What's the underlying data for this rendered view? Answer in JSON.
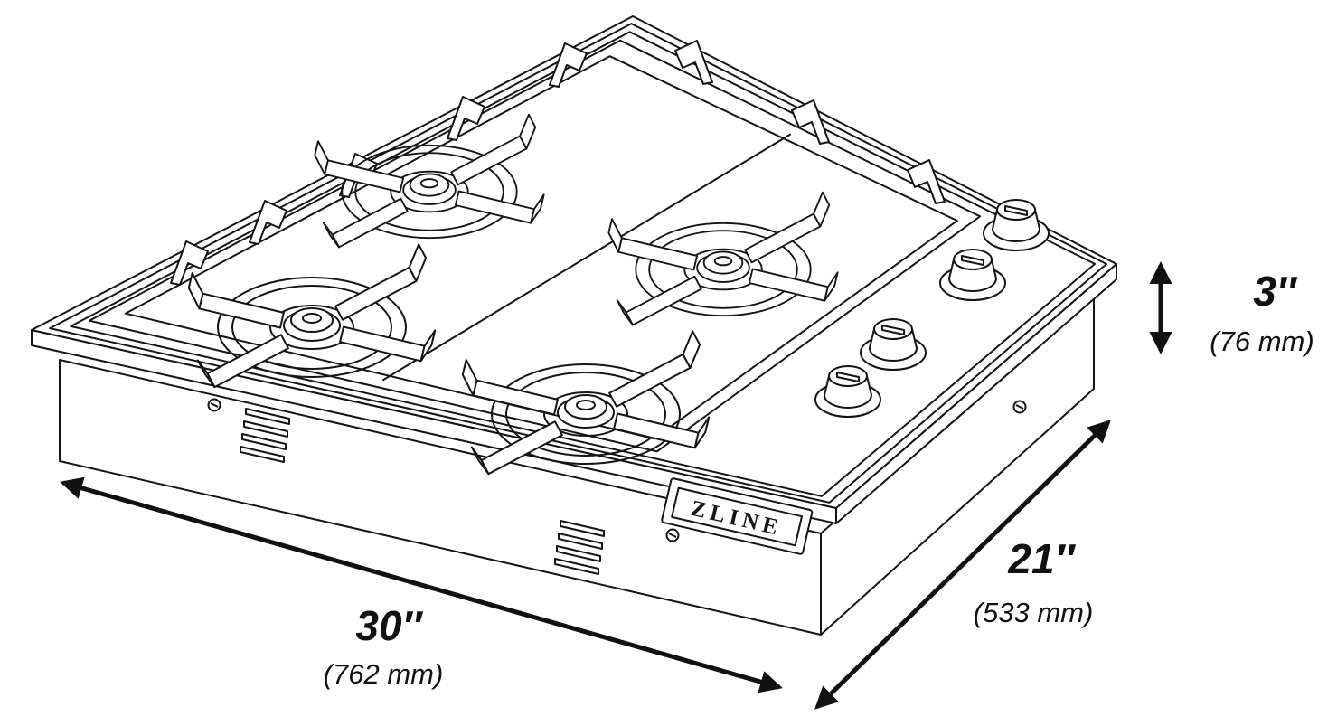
{
  "brand": "ZLINE",
  "dimensions": {
    "width": {
      "inches": "30″",
      "mm": "(762 mm)"
    },
    "depth": {
      "inches": "21″",
      "mm": "(533 mm)"
    },
    "height": {
      "inches": "3″",
      "mm": "(76 mm)"
    }
  },
  "colors": {
    "line": "#111111",
    "background": "#ffffff"
  }
}
